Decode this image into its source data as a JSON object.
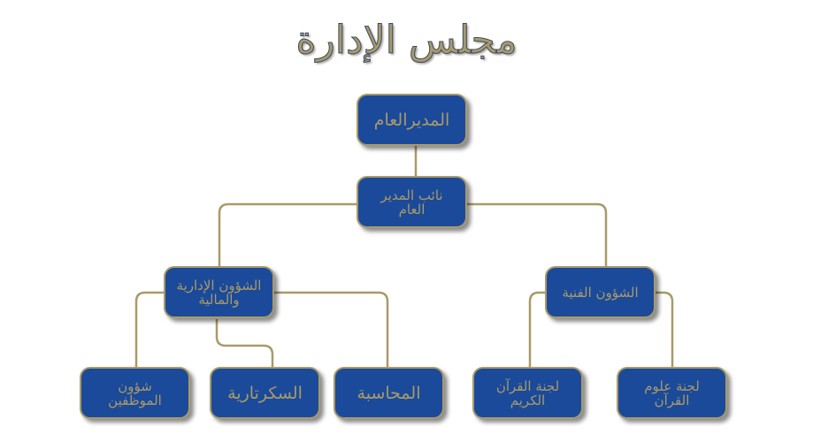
{
  "title": "مجلس الإدارة",
  "nodes": {
    "general_manager": "المديرالعام",
    "deputy_manager": "نائب المدير العام",
    "admin_finance": "الشؤون الإدارية والمالية",
    "technical": "الشؤون الفنية",
    "staff_affairs": "شؤون الموظفين",
    "secretariat": "السكرتارية",
    "accounting": "المحاسبة",
    "quran_committee": "لجنة القرآن الكريم",
    "quran_sciences_committee": "لجنة علوم القرآن"
  },
  "colors": {
    "box_fill": "#1b4a9a",
    "border_and_text": "#a99a68"
  }
}
